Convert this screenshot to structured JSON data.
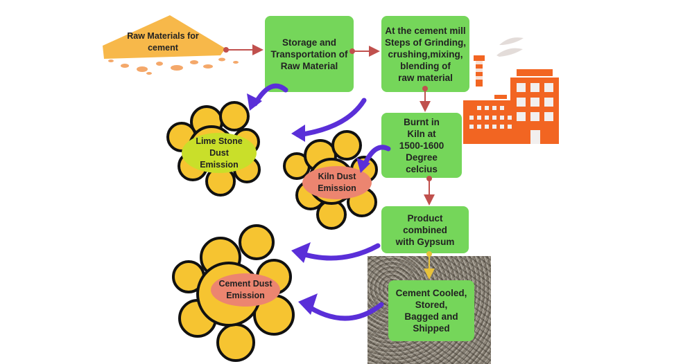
{
  "diagram": {
    "title": "Cement manufacturing process and dust emissions",
    "raw_materials_label": "Raw Materials for\ncement",
    "steps": [
      {
        "id": "storage",
        "label": "Storage and\nTransportation of\nRaw Material"
      },
      {
        "id": "mill",
        "label": "At the cement mill\nSteps of Grinding,\ncrushing,mixing,\nblending of\nraw material"
      },
      {
        "id": "kiln",
        "label": "Burnt in\nKiln at\n1500-1600\nDegree\ncelcius"
      },
      {
        "id": "gypsum",
        "label": "Product\ncombined\nwith Gypsum"
      },
      {
        "id": "cooled",
        "label": "Cement Cooled,\nStored,\nBagged and\nShipped"
      }
    ],
    "emissions": [
      {
        "id": "limestone",
        "label": "Lime Stone\nDust\nEmission",
        "color": "#c9df2a"
      },
      {
        "id": "kiln",
        "label": "Kiln Dust\nEmission",
        "color": "#ec8570"
      },
      {
        "id": "cement",
        "label": "Cement Dust\nEmission",
        "color": "#ec8570"
      }
    ],
    "colors": {
      "step_box": "#75d65a",
      "flow_arrow": "#c0504d",
      "emission_arrow": "#5a2fd8",
      "dust_fill": "#f6c431",
      "factory": "#f26522",
      "sand_pile": "#f7b84a"
    }
  }
}
